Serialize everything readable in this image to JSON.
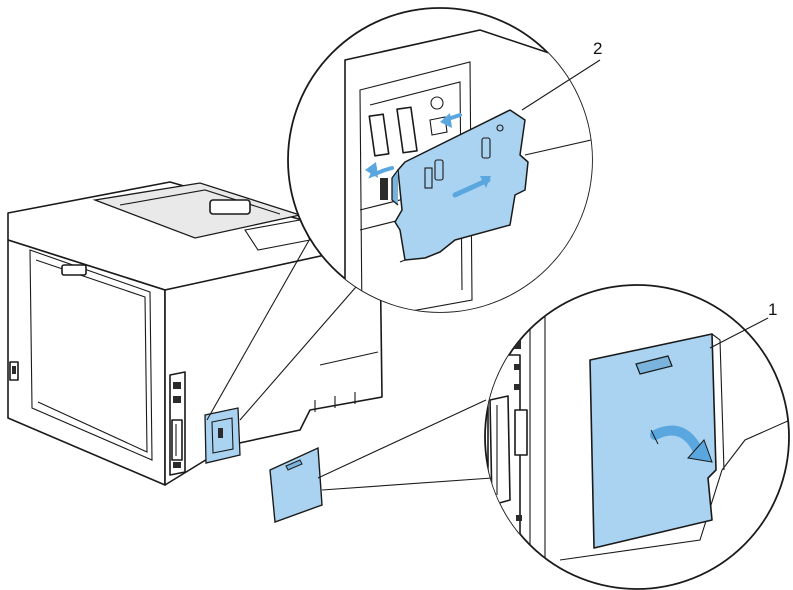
{
  "figure": {
    "colors": {
      "part": "#a9d3f0",
      "part_dark": "#7ab3dc",
      "arrow": "#5aa7e0",
      "line": "#1a1a1a"
    },
    "callouts": [
      {
        "id": "1",
        "label": "1"
      },
      {
        "id": "2",
        "label": "2"
      }
    ],
    "icons": [
      "printer-rear-illustration",
      "interface-cover",
      "board-plate",
      "insert-arrow",
      "rotate-arrow"
    ]
  }
}
